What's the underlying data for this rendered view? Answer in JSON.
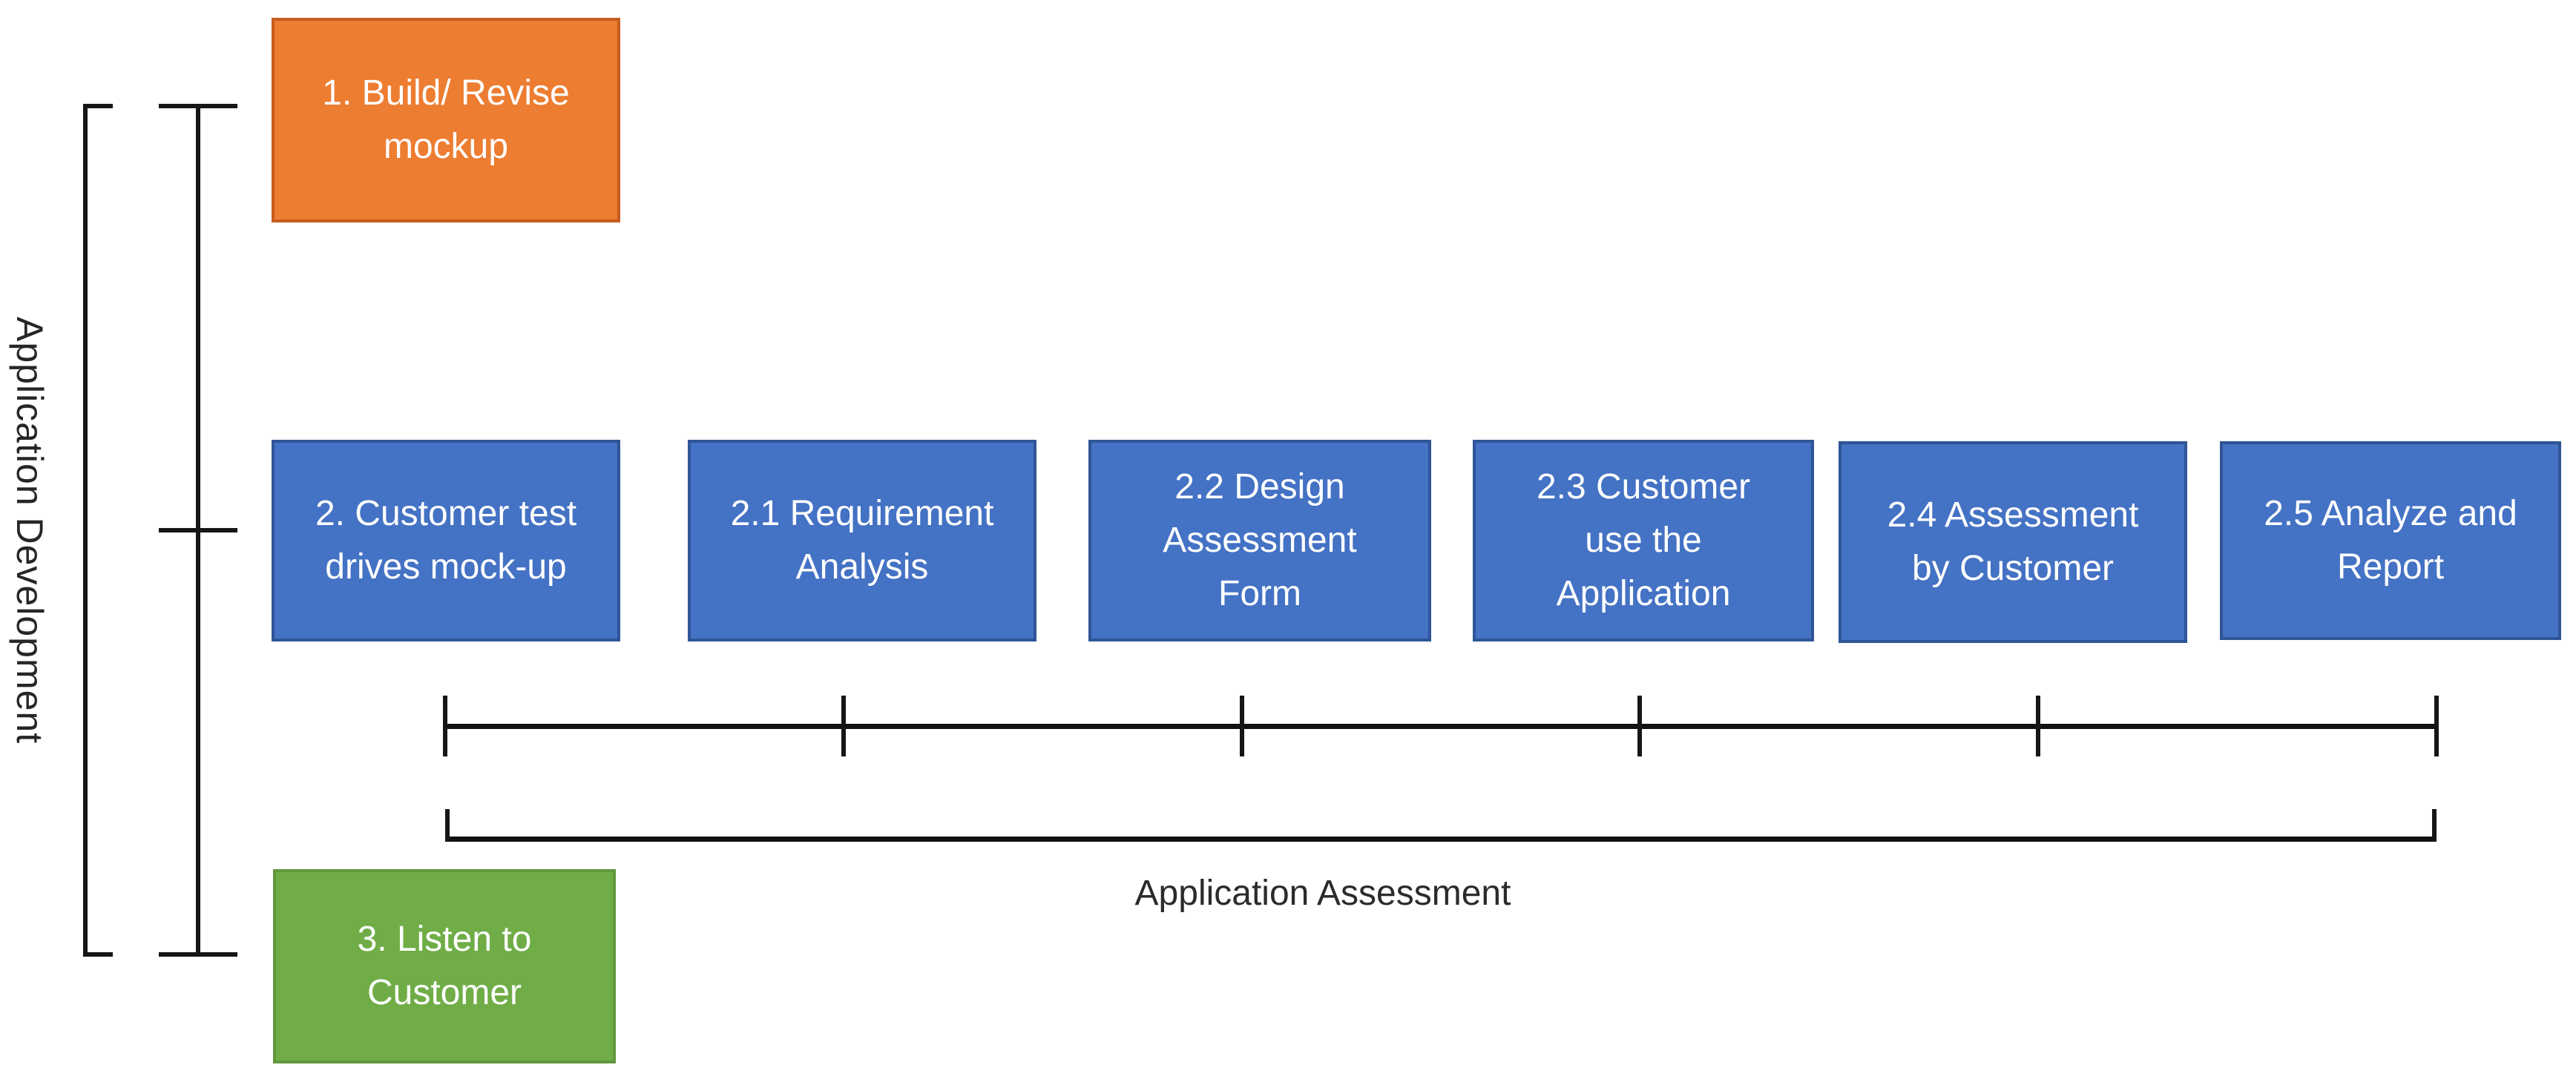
{
  "left_group": {
    "label": "Application Development"
  },
  "assessment": {
    "label": "Application Assessment"
  },
  "phases": {
    "build": {
      "lines": [
        "1. Build/ Revise",
        "mockup"
      ],
      "fill": "#ED7D31"
    },
    "customer_test": {
      "lines": [
        "2. Customer test",
        "drives mock-up"
      ],
      "fill": "#4472C4"
    },
    "listen": {
      "lines": [
        "3. Listen to",
        "Customer"
      ],
      "fill": "#70AD47"
    }
  },
  "assessment_steps": [
    {
      "lines": [
        "2.1 Requirement",
        "Analysis"
      ],
      "fill": "#4472C4"
    },
    {
      "lines": [
        "2.2 Design",
        "Assessment",
        "Form"
      ],
      "fill": "#4472C4"
    },
    {
      "lines": [
        "2.3 Customer",
        "use the",
        "Application"
      ],
      "fill": "#4472C4"
    },
    {
      "lines": [
        "2.4 Assessment",
        "by Customer"
      ],
      "fill": "#4472C4"
    },
    {
      "lines": [
        "2.5 Analyze and",
        "Report"
      ],
      "fill": "#4472C4"
    }
  ],
  "colors": {
    "orange_fill": "#ED7D31",
    "orange_border": "#C65D1E",
    "blue_fill": "#4472C4",
    "blue_border": "#2F5597",
    "green_fill": "#70AD47",
    "green_border": "#61973C",
    "line": "#161616",
    "box_text": "#FFFFFF",
    "label_text": "#262626",
    "background": "#FFFFFF"
  }
}
